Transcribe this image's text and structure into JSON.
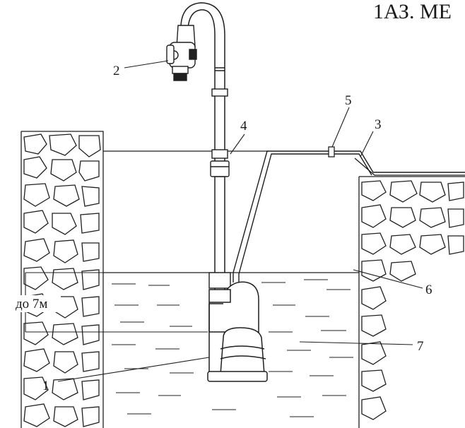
{
  "header_fragment": "1АЗ. МЕ",
  "depth_label": "до 7м",
  "callouts": [
    {
      "id": "1",
      "text": "1"
    },
    {
      "id": "2",
      "text": "2"
    },
    {
      "id": "3",
      "text": "3"
    },
    {
      "id": "4",
      "text": "4"
    },
    {
      "id": "5",
      "text": "5"
    },
    {
      "id": "6",
      "text": "6"
    },
    {
      "id": "7",
      "text": "7"
    }
  ],
  "colors": {
    "line": "#1f1f1f",
    "background": "#ffffff"
  }
}
